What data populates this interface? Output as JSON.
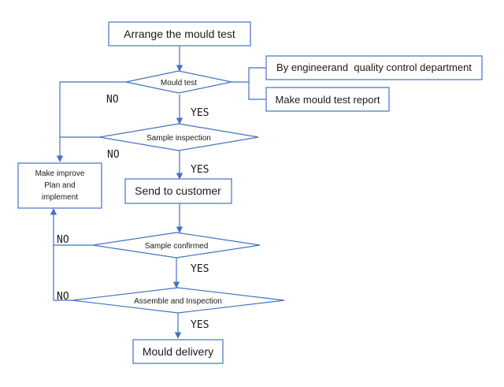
{
  "nodes": {
    "arrange": "Arrange the mould test",
    "mould_test": "Mould test",
    "by_engineer": "By engineerand  quality control department",
    "report": "Make mould test report",
    "sample_inspection": "Sample inspection",
    "improve_line1": "Make improve",
    "improve_line2": "Plan and",
    "improve_line3": "implement",
    "send": "Send to customer",
    "sample_confirmed": "Sample confirmed",
    "assemble": "Assemble and Inspection",
    "delivery": "Mould delivery"
  },
  "edges": {
    "yes_1": "YES",
    "yes_2": "YES",
    "yes_3": "YES",
    "yes_4": "YES",
    "no_1": "NO",
    "no_2": "NO",
    "no_3": "NO",
    "no_4": "NO"
  },
  "colors": {
    "stroke": "#4472c4",
    "text": "#1a1a1a"
  }
}
